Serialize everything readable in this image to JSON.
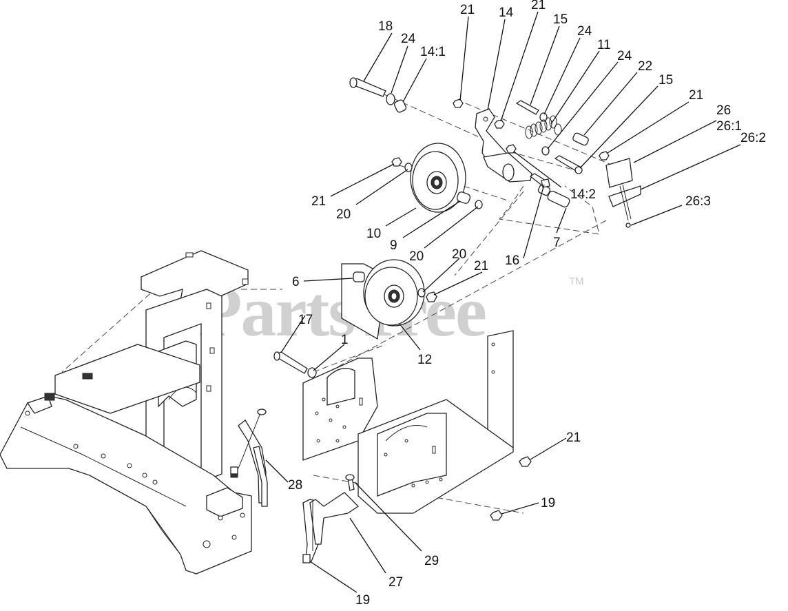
{
  "watermark": {
    "text": "PartsTree",
    "trademark": "TM"
  },
  "callouts": [
    {
      "id": "c-18",
      "label": "18"
    },
    {
      "id": "c-24a",
      "label": "24"
    },
    {
      "id": "c-14-1",
      "label": "14:1"
    },
    {
      "id": "c-21a",
      "label": "21"
    },
    {
      "id": "c-14",
      "label": "14"
    },
    {
      "id": "c-21b",
      "label": "21"
    },
    {
      "id": "c-15a",
      "label": "15"
    },
    {
      "id": "c-24b",
      "label": "24"
    },
    {
      "id": "c-11",
      "label": "11"
    },
    {
      "id": "c-24c",
      "label": "24"
    },
    {
      "id": "c-22",
      "label": "22"
    },
    {
      "id": "c-15b",
      "label": "15"
    },
    {
      "id": "c-21c",
      "label": "21"
    },
    {
      "id": "c-26",
      "label": "26"
    },
    {
      "id": "c-26-1",
      "label": "26:1"
    },
    {
      "id": "c-26-2",
      "label": "26:2"
    },
    {
      "id": "c-26-3",
      "label": "26:3"
    },
    {
      "id": "c-14-2",
      "label": "14:2"
    },
    {
      "id": "c-21d",
      "label": "21"
    },
    {
      "id": "c-20a",
      "label": "20"
    },
    {
      "id": "c-10",
      "label": "10"
    },
    {
      "id": "c-9",
      "label": "9"
    },
    {
      "id": "c-20b",
      "label": "20"
    },
    {
      "id": "c-7",
      "label": "7"
    },
    {
      "id": "c-16",
      "label": "16"
    },
    {
      "id": "c-6",
      "label": "6"
    },
    {
      "id": "c-20c",
      "label": "20"
    },
    {
      "id": "c-21e",
      "label": "21"
    },
    {
      "id": "c-17",
      "label": "17"
    },
    {
      "id": "c-1",
      "label": "1"
    },
    {
      "id": "c-12",
      "label": "12"
    },
    {
      "id": "c-21f",
      "label": "21"
    },
    {
      "id": "c-19a",
      "label": "19"
    },
    {
      "id": "c-28",
      "label": "28"
    },
    {
      "id": "c-29",
      "label": "29"
    },
    {
      "id": "c-27",
      "label": "27"
    },
    {
      "id": "c-19b",
      "label": "19"
    }
  ]
}
